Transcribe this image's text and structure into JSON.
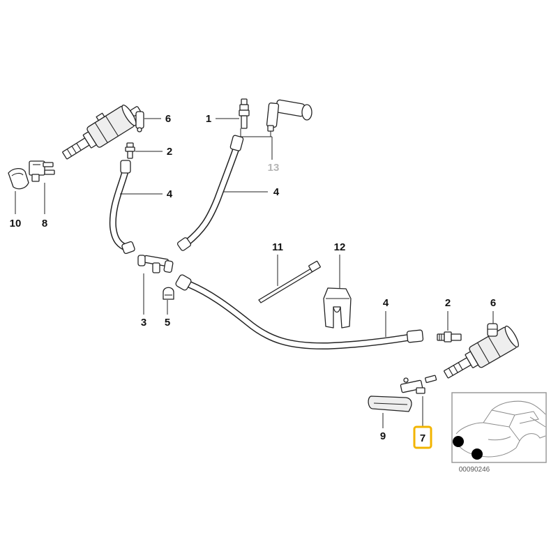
{
  "diagram": {
    "callouts": [
      {
        "label": "6"
      },
      {
        "label": "2"
      },
      {
        "label": "4"
      },
      {
        "label": "10"
      },
      {
        "label": "8"
      },
      {
        "label": "1"
      },
      {
        "label": "13",
        "muted": true
      },
      {
        "label": "4"
      },
      {
        "label": "11"
      },
      {
        "label": "12"
      },
      {
        "label": "3"
      },
      {
        "label": "5"
      },
      {
        "label": "4"
      },
      {
        "label": "2"
      },
      {
        "label": "6"
      },
      {
        "label": "9"
      },
      {
        "label": "7",
        "highlighted": true
      }
    ],
    "reference_number": "00090246"
  },
  "colors": {
    "highlight": "#f2b400",
    "muted_label": "#b5b5b5",
    "marker": "#000000"
  }
}
